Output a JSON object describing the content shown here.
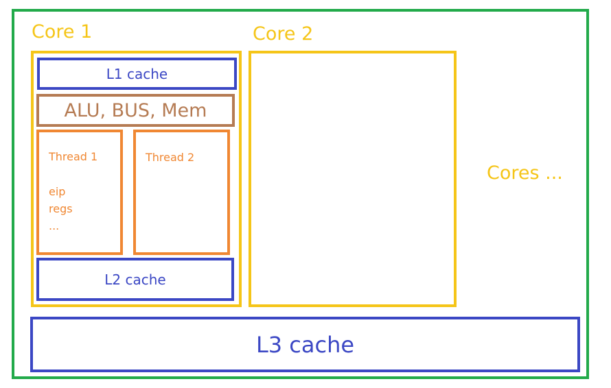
{
  "system": {
    "cores_more_label": "Cores ..."
  },
  "core1": {
    "title": "Core 1",
    "l1_label": "L1 cache",
    "shared_units_label": "ALU, BUS, Mem",
    "thread1": {
      "title": "Thread 1",
      "lines": [
        "eip",
        "regs",
        "..."
      ]
    },
    "thread2": {
      "title": "Thread 2"
    },
    "l2_label": "L2 cache"
  },
  "core2": {
    "title": "Core 2"
  },
  "l3_label": "L3 cache",
  "colors": {
    "system_border": "#22aa4a",
    "core": "#f5c518",
    "cache": "#3b47c4",
    "shared_units": "#b57b53",
    "thread": "#f08732"
  }
}
